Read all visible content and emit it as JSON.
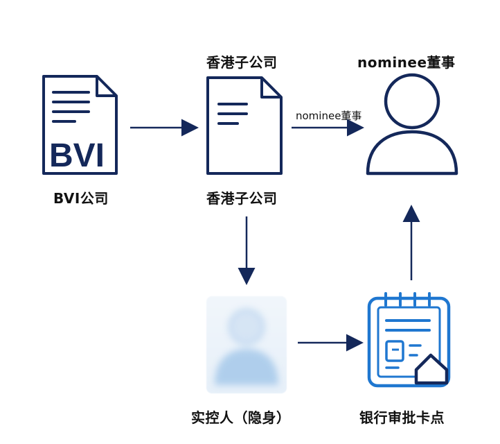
{
  "nodes": {
    "bvi_doc_text": "BVI",
    "bvi_label": "BVI公司",
    "hk_top_label": "香港子公司",
    "hk_bottom_label": "香港子公司",
    "nominee_top_label": "nominee董事",
    "edge_label": "nominee董事",
    "controller_label": "实控人（隐身）",
    "bank_label": "银行审批卡点"
  },
  "colors": {
    "navy": "#14285a",
    "blue": "#1f77d0",
    "faded_blue": "#9cc3e8"
  }
}
